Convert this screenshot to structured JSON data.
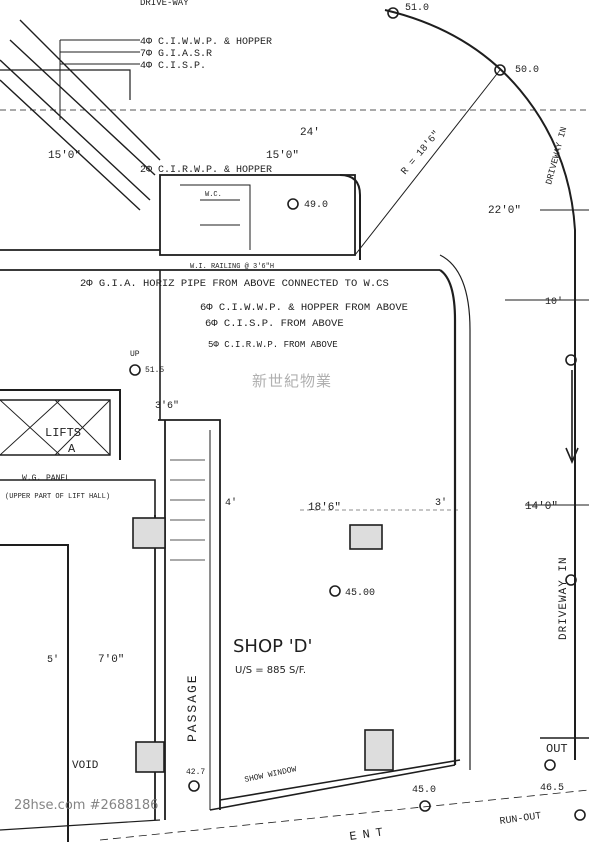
{
  "plan": {
    "top_road": "DRIVE-WAY",
    "pipes_top": [
      "4Φ C.I.W.W.P. & HOPPER",
      "7Φ G.I.A.S.R",
      "4Φ C.I.S.P."
    ],
    "pipe_mid": "2Φ C.I.R.W.P. & HOPPER",
    "horiz_pipe": "2Φ G.I.A. HORIZ PIPE FROM ABOVE CONNECTED TO W.CS",
    "pipes_from_above": [
      "6Φ C.I.W.W.P. & HOPPER FROM ABOVE",
      "6Φ C.I.S.P. FROM ABOVE",
      "5Φ C.I.R.W.P. FROM ABOVE"
    ],
    "railing": "W.I. RAILING @ 3'6\"H",
    "radius": "R = 18'6\"",
    "dims": {
      "d51": "51.0",
      "d50": "50.0",
      "d24": "24'",
      "d15": "15'0\"",
      "d15b": "15'0\"",
      "d49": "49.0",
      "d22": "22'0\"",
      "d10": "10'",
      "d186": "18'6\"",
      "d140": "14'0\"",
      "d45a": "45.00",
      "d45b": "45.0",
      "d465": "46.5",
      "d427": "42.7",
      "d515": "51.5",
      "d70": "7'0\"",
      "d5": "5'",
      "d4a": "4'",
      "d36": "3'6\"",
      "d3": "3'"
    },
    "lifts": "LIFTS",
    "lift_a": "A",
    "wg_panel": "W.G. PANEL",
    "lift_note": "(UPPER PART OF LIFT HALL)",
    "void": "VOID",
    "passage": "PASSAGE",
    "shop": "SHOP 'D'",
    "shop_area": "U/S = 885 S/F.",
    "show_window": "SHOW WINDOW",
    "driveway_in": "DRIVEWAY IN",
    "driveway_in_upper": "DRIVEWAY IN",
    "out": "OUT",
    "run_out": "RUN-OUT",
    "bottom": "ENT",
    "wc": "W.C.",
    "up": "UP"
  },
  "watermark": {
    "cn": "新世紀物業",
    "url": "28hse.com #2688186"
  }
}
